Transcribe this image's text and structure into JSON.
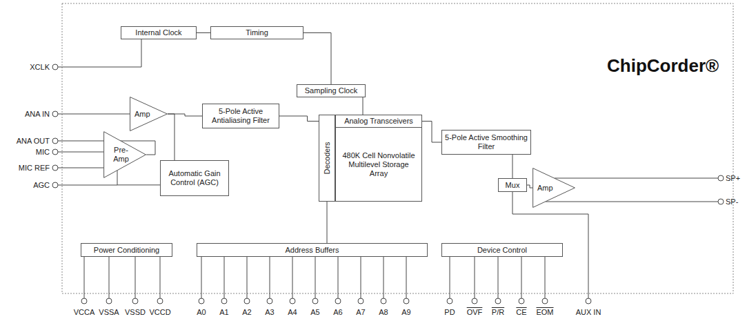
{
  "diagram": {
    "nodes": [
      {
        "text": [
          "Internal Clock"
        ]
      },
      {
        "text": [
          "Timing"
        ]
      },
      {
        "text": [
          "Sampling Clock"
        ]
      },
      {
        "text": [
          "Amp"
        ]
      },
      {
        "text": [
          "5-Pole Active Antialiasing Filter"
        ]
      },
      {
        "text": [
          "Analog Transceivers"
        ]
      },
      {
        "text": [
          "Decoders"
        ]
      },
      {
        "text": [
          "480K Cell Nonvolatile Multilevel Storage Array"
        ]
      },
      {
        "text": [
          "Pre-Amp"
        ]
      },
      {
        "text": [
          "Automatic Gain Control (AGC)"
        ]
      },
      {
        "text": [
          "5-Pole Active Smoothing Filter"
        ]
      },
      {
        "text": [
          "Mux"
        ]
      },
      {
        "text": [
          "Amp"
        ]
      },
      {
        "text": [
          "Power Conditioning"
        ]
      },
      {
        "text": [
          "Address Buffers"
        ]
      },
      {
        "text": [
          "Device Control"
        ]
      }
    ],
    "edges": [
      {
        "from": 0,
        "to": 1,
        "arrow": "none"
      },
      {
        "from": 1,
        "to": 2,
        "arrow": "none"
      },
      {
        "from": 2,
        "to": 5,
        "arrow": "none"
      },
      {
        "from": 3,
        "to": 4,
        "arrow": "none"
      },
      {
        "from": 4,
        "to": 5,
        "arrow": "none"
      },
      {
        "from": 5,
        "to": 10,
        "arrow": "none"
      },
      {
        "from": 10,
        "to": 11,
        "arrow": "none"
      },
      {
        "from": 11,
        "to": 12,
        "arrow": "none"
      },
      {
        "from": 3,
        "to": 9,
        "arrow": "none"
      },
      {
        "from": 9,
        "to": 8,
        "arrow": "none"
      },
      {
        "from": 14,
        "to": 6,
        "arrow": "none"
      }
    ],
    "labels": [
      "ChipCorder®",
      "XCLK",
      "ANA IN",
      "ANA OUT",
      "MIC",
      "MIC REF",
      "AGC",
      "SP+",
      "SP-",
      "VCCA",
      "VSSA",
      "VSSD",
      "VCCD",
      "A0",
      "A1",
      "A2",
      "A3",
      "A4",
      "A5",
      "A6",
      "A7",
      "A8",
      "A9",
      "PD",
      "OVF",
      "P/R",
      "CE",
      "EOM",
      "AUX IN"
    ]
  }
}
